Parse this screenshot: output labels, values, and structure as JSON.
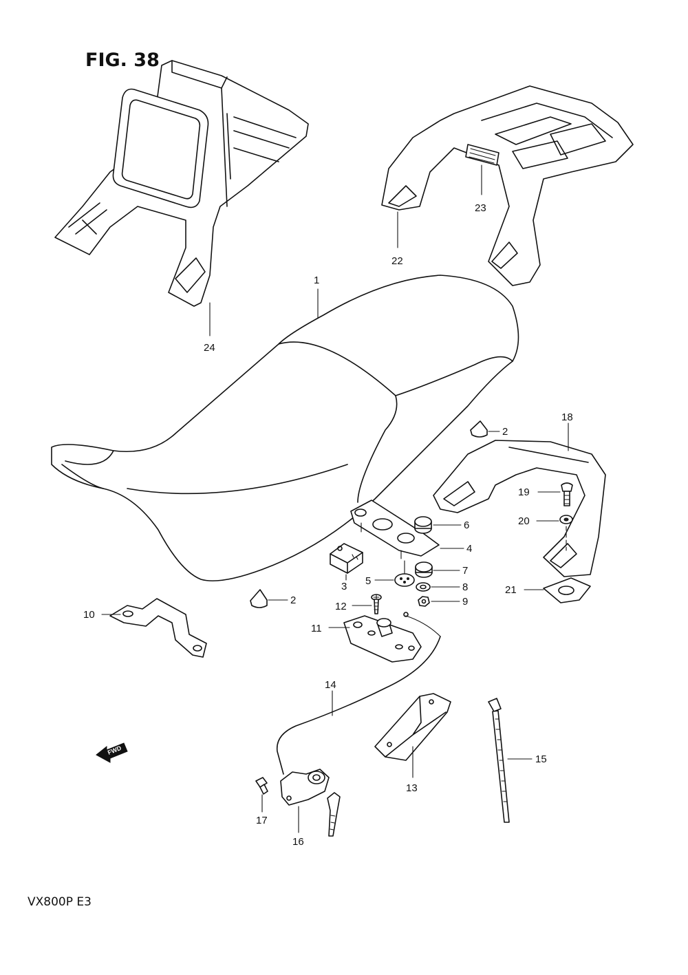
{
  "title": "FIG. 38",
  "model": "VX800P  E3",
  "fwd_label": "FWD",
  "callouts": [
    {
      "id": "c1",
      "text": "1"
    },
    {
      "id": "c2a",
      "text": "2"
    },
    {
      "id": "c2b",
      "text": "2"
    },
    {
      "id": "c3",
      "text": "3"
    },
    {
      "id": "c4",
      "text": "4"
    },
    {
      "id": "c5",
      "text": "5"
    },
    {
      "id": "c6",
      "text": "6"
    },
    {
      "id": "c7",
      "text": "7"
    },
    {
      "id": "c8",
      "text": "8"
    },
    {
      "id": "c9",
      "text": "9"
    },
    {
      "id": "c10",
      "text": "10"
    },
    {
      "id": "c11",
      "text": "11"
    },
    {
      "id": "c12",
      "text": "12"
    },
    {
      "id": "c13",
      "text": "13"
    },
    {
      "id": "c14",
      "text": "14"
    },
    {
      "id": "c15",
      "text": "15"
    },
    {
      "id": "c16",
      "text": "16"
    },
    {
      "id": "c17",
      "text": "17"
    },
    {
      "id": "c18",
      "text": "18"
    },
    {
      "id": "c19",
      "text": "19"
    },
    {
      "id": "c20",
      "text": "20"
    },
    {
      "id": "c21",
      "text": "21"
    },
    {
      "id": "c22",
      "text": "22"
    },
    {
      "id": "c23",
      "text": "23"
    },
    {
      "id": "c24",
      "text": "24"
    }
  ]
}
